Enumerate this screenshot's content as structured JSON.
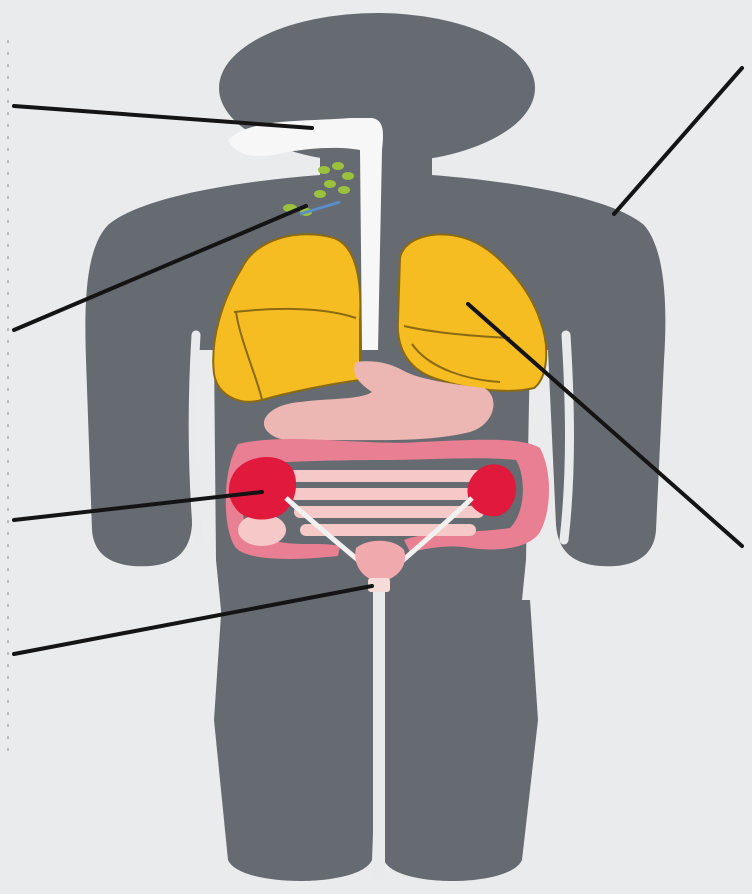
{
  "colors": {
    "background": "#e9ebec",
    "body_silhouette": "#666b72",
    "body_outline": "#e8eaeb",
    "airway": "#f7f7f7",
    "lungs": "#f5bd22",
    "lung_outline": "#8a6a12",
    "stomach": "#ecb6b2",
    "large_intestine": "#e97f92",
    "small_intestine": "#f4c9c7",
    "kidneys": "#e0193d",
    "ureters": "#f3f1ef",
    "bladder": "#f0a9ad",
    "salivary_glands": "#9bc23c",
    "leader_lines": "#141414"
  },
  "diagram": {
    "labels": [],
    "parts": [
      {
        "name": "trachea-and-nasal-airway",
        "icon": "airway-shape"
      },
      {
        "name": "salivary-glands",
        "icon": "gland-cluster"
      },
      {
        "name": "lungs",
        "icon": "lung-shape"
      },
      {
        "name": "stomach",
        "icon": "stomach-shape"
      },
      {
        "name": "large-intestine",
        "icon": "intestine-shape"
      },
      {
        "name": "kidneys",
        "icon": "kidney-shape"
      },
      {
        "name": "bladder-and-urethra",
        "icon": "bladder-shape"
      },
      {
        "name": "skin",
        "icon": "body-silhouette"
      }
    ]
  }
}
